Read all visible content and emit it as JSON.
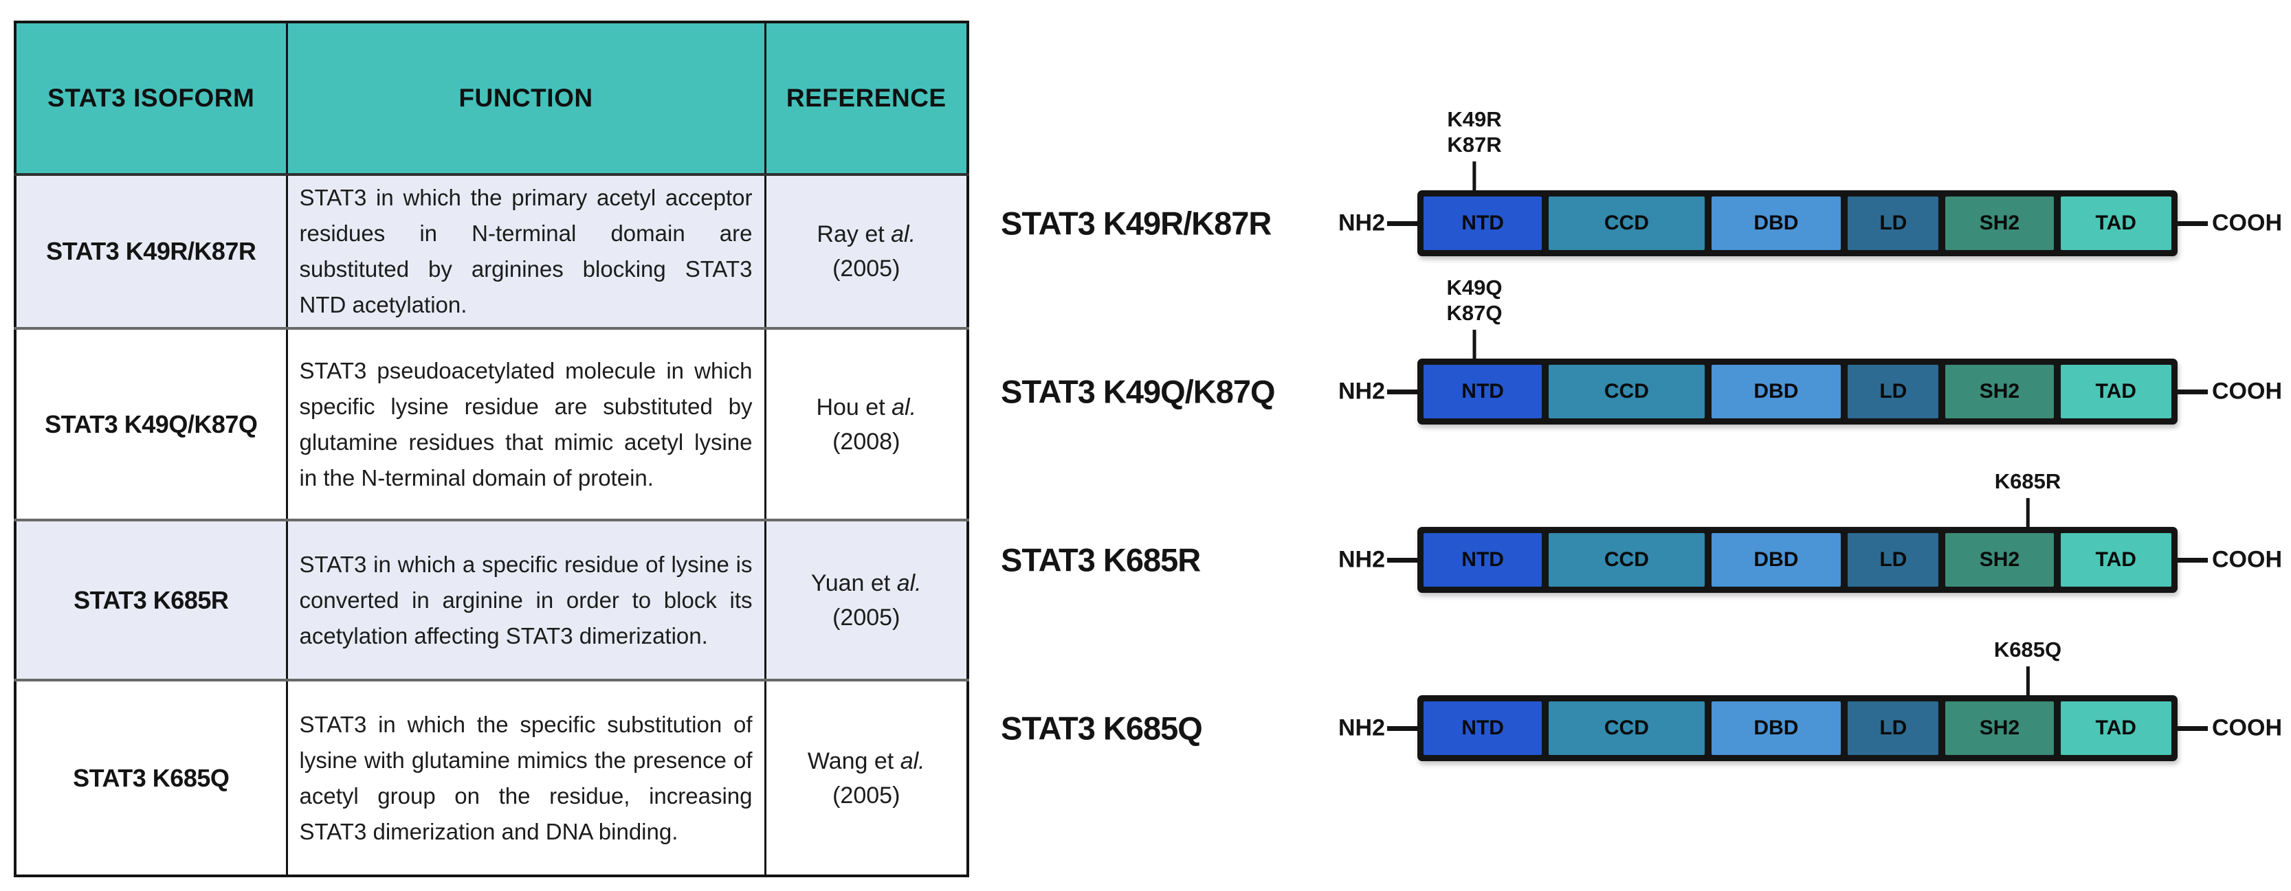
{
  "colors": {
    "header_bg": "#45c1ba",
    "row_alt_bg": "#e8ebf5",
    "ntd": "#2457d0",
    "ccd": "#338aad",
    "dbd": "#4b94d6",
    "ld": "#2d6b92",
    "sh2": "#3b8c79",
    "tad": "#4cc6b6"
  },
  "table": {
    "headers": [
      "STAT3 ISOFORM",
      "FUNCTION",
      "REFERENCE"
    ],
    "rows": [
      {
        "isoform": "STAT3 K49R/K87R",
        "function": "STAT3 in which the primary acetyl acceptor residues in N-terminal domain are substituted by arginines blocking STAT3 NTD acetylation.",
        "ref_name": "Ray et",
        "ref_etal": "al.",
        "ref_year": "(2005)"
      },
      {
        "isoform": "STAT3 K49Q/K87Q",
        "function": "STAT3 pseudoacetylated molecule in which specific lysine residue are substituted by glutamine residues that mimic acetyl lysine in the N-terminal domain of protein.",
        "ref_name": "Hou et",
        "ref_etal": "al.",
        "ref_year": "(2008)"
      },
      {
        "isoform": "STAT3 K685R",
        "function": "STAT3 in which a specific residue of lysine is converted in arginine in order to block its acetylation affecting STAT3 dimerization.",
        "ref_name": "Yuan et",
        "ref_etal": "al.",
        "ref_year": "(2005)"
      },
      {
        "isoform": "STAT3 K685Q",
        "function": "STAT3 in which the specific substitution of lysine with glutamine mimics the presence of acetyl group on the residue, increasing STAT3 dimerization and DNA binding.",
        "ref_name": "Wang et",
        "ref_etal": "al.",
        "ref_year": "(2005)"
      }
    ]
  },
  "diagram": {
    "nh2_label": "NH2",
    "cooh_label": "COOH",
    "domains": [
      "NTD",
      "CCD",
      "DBD",
      "LD",
      "SH2",
      "TAD"
    ],
    "rows": [
      {
        "label": "STAT3 K49R/K87R",
        "mutation_line1": "K49R",
        "mutation_line2": "K87R",
        "site": "NTD"
      },
      {
        "label": "STAT3 K49Q/K87Q",
        "mutation_line1": "K49Q",
        "mutation_line2": "K87Q",
        "site": "NTD"
      },
      {
        "label": "STAT3 K685R",
        "mutation_line1": "K685R",
        "site": "SH2"
      },
      {
        "label": "STAT3 K685Q",
        "mutation_line1": "K685Q",
        "site": "SH2"
      }
    ]
  }
}
